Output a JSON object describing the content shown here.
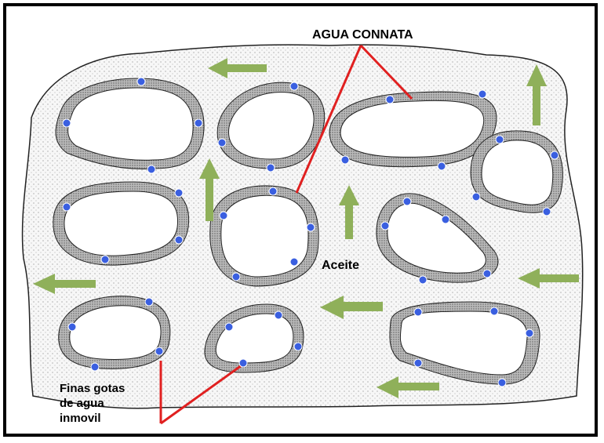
{
  "labels": {
    "connate_water": "AGUA CONNATA",
    "oil": "Aceite",
    "immobile_drops_line1": "Finas gotas",
    "immobile_drops_line2": "de agua",
    "immobile_drops_line3": "inmovil"
  },
  "colors": {
    "arrow": "#8fb05a",
    "water_dot": "#3a5fe0",
    "leader_line": "#e02020",
    "grain_border": "#000000"
  }
}
